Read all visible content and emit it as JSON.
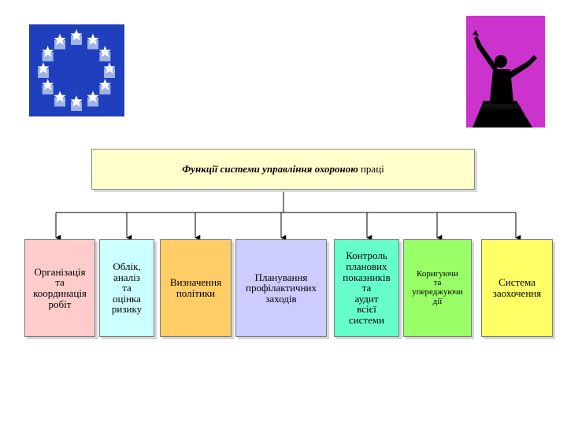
{
  "colors": {
    "flag_blue": "#1f3fbf",
    "silhouette_bg": "#cc33cc",
    "title_fill": "#ffffcc",
    "box_fills": [
      "#ffcccc",
      "#ccffff",
      "#ffcc66",
      "#ccccff",
      "#66ffcc",
      "#99ff66",
      "#ffff66"
    ]
  },
  "images": {
    "eu_flag": "eu-stars-flag-icon",
    "silhouette": "person-on-podium-silhouette-icon"
  },
  "title": {
    "bold_part": "Функції системи управління охороною",
    "plain_part": "праці"
  },
  "functions": [
    {
      "id": "organization",
      "label": "Організація\nта\nкоординація\nробіт"
    },
    {
      "id": "accounting",
      "label": "Облік,\nаналіз\nта\nоцінка\nризику"
    },
    {
      "id": "policy",
      "label": "Визначення\nполітики"
    },
    {
      "id": "planning",
      "label": "Планування\nпрофілактичних\nзаходів"
    },
    {
      "id": "control",
      "label": "Контроль\nпланових\nпоказників\nта\nаудит\nвсієї\nсистеми"
    },
    {
      "id": "corrective",
      "label": "Коригуючи\nта\nупереджуючи\nдії"
    },
    {
      "id": "incentive",
      "label": "Система\nзаохочення"
    }
  ]
}
